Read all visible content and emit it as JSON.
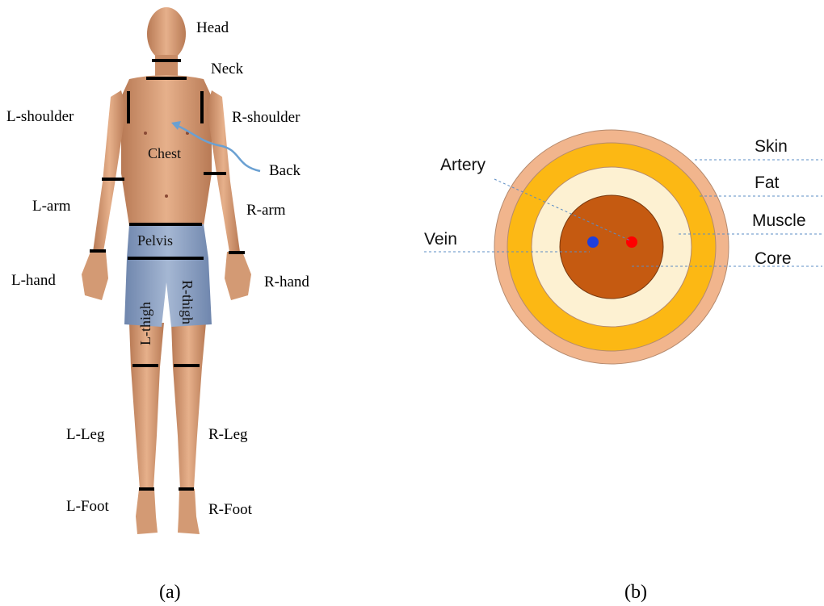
{
  "panel_a": {
    "caption": "(a)",
    "labels": {
      "head": "Head",
      "neck": "Neck",
      "l_shoulder": "L-shoulder",
      "r_shoulder": "R-shoulder",
      "chest": "Chest",
      "back": "Back",
      "l_arm": "L-arm",
      "r_arm": "R-arm",
      "pelvis": "Pelvis",
      "l_hand": "L-hand",
      "r_hand": "R-hand",
      "l_thigh": "L-thigh",
      "r_thigh": "R-thigh",
      "l_leg": "L-Leg",
      "r_leg": "R-Leg",
      "l_foot": "L-Foot",
      "r_foot": "R-Foot"
    },
    "colors": {
      "skin": "#d9a07a",
      "shorts": "#8fa3c4",
      "segment_line": "#000000",
      "back_arrow": "#6aa0d2"
    }
  },
  "panel_b": {
    "caption": "(b)",
    "labels": {
      "artery": "Artery",
      "vein": "Vein",
      "skin": "Skin",
      "fat": "Fat",
      "muscle": "Muscle",
      "core": "Core"
    },
    "colors": {
      "skin": "#f1b58d",
      "fat": "#fcb814",
      "muscle": "#fdf1d2",
      "core": "#c55a11",
      "artery": "#ff0000",
      "vein": "#1f3fdd"
    }
  }
}
